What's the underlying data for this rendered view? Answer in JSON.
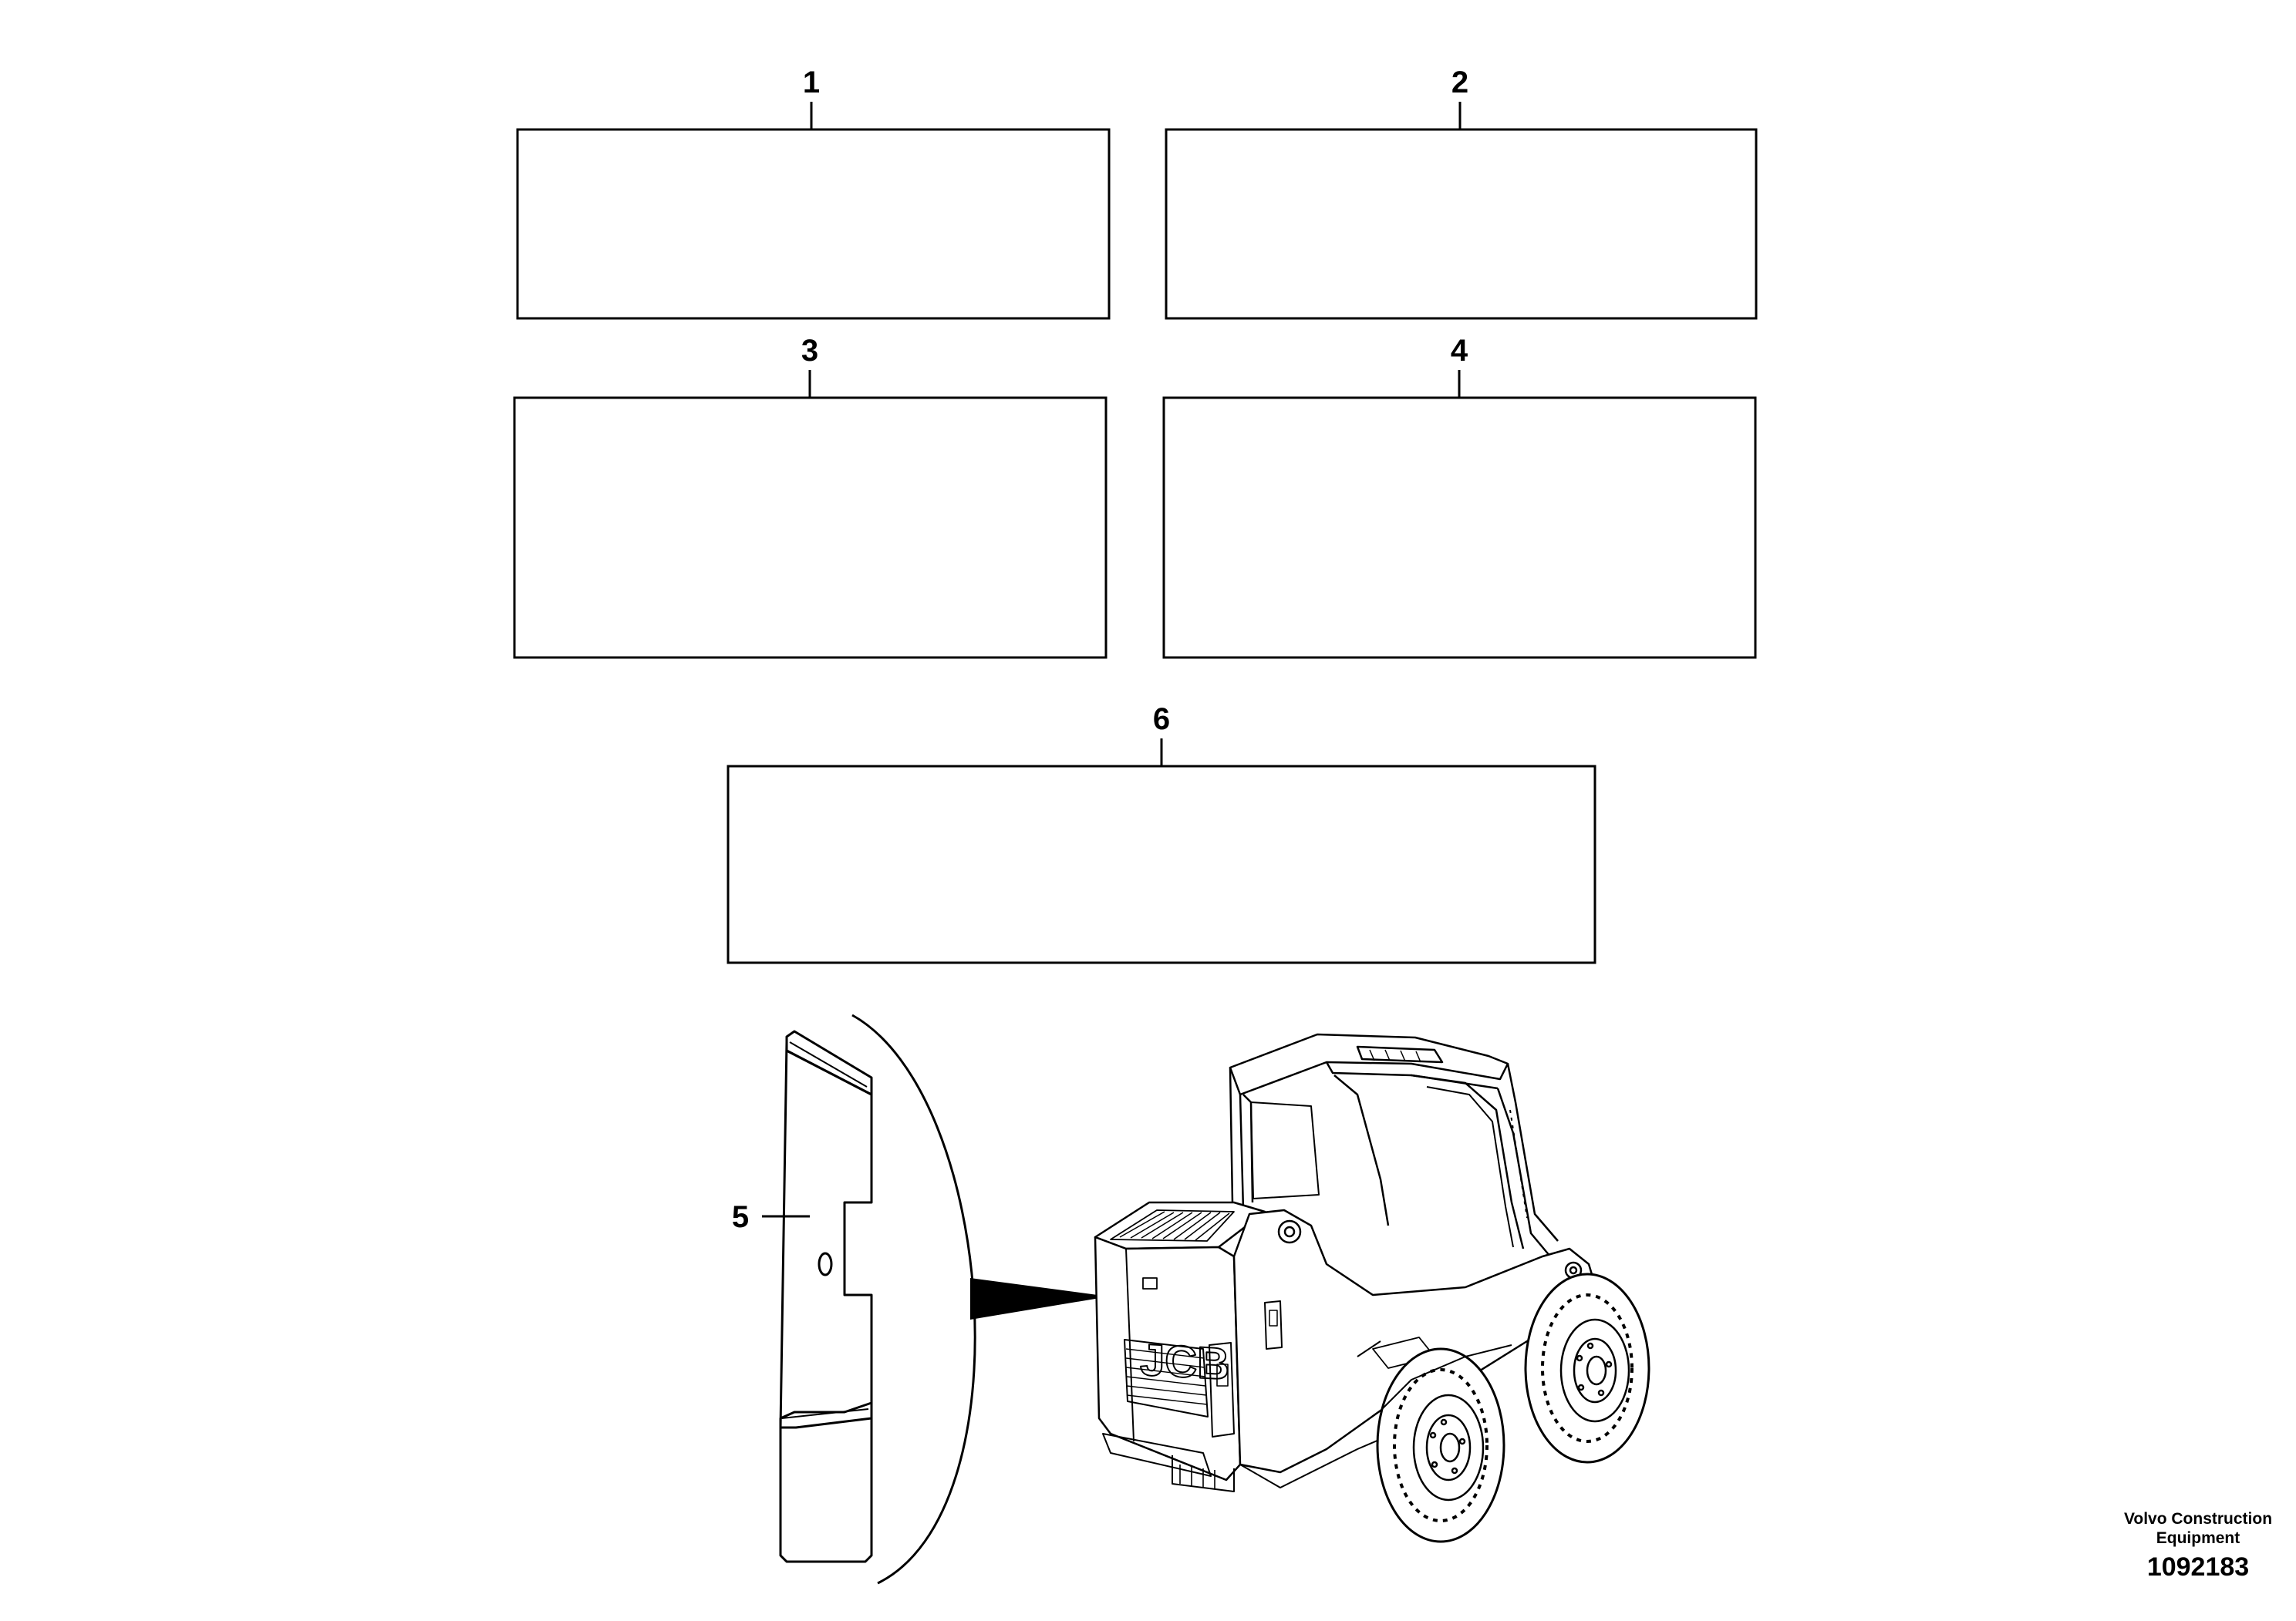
{
  "callouts": {
    "c1": "1",
    "c2": "2",
    "c3": "3",
    "c4": "4",
    "c5": "5",
    "c6": "6"
  },
  "logo_text": "JCB",
  "footer": {
    "company": "Volvo Construction\nEquipment",
    "drawing_number": "1092183"
  }
}
